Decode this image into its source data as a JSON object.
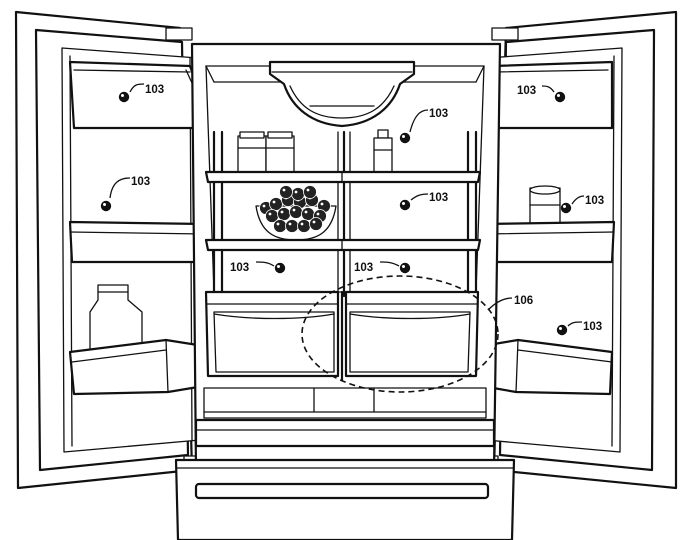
{
  "figure": {
    "callouts": [
      {
        "id": "door-bin-top-left",
        "label": "103"
      },
      {
        "id": "door-panel-left",
        "label": "103"
      },
      {
        "id": "back-wall-top",
        "label": "103"
      },
      {
        "id": "shelf-right-upper",
        "label": "103"
      },
      {
        "id": "shelf-left-lower",
        "label": "103"
      },
      {
        "id": "shelf-right-lower",
        "label": "103"
      },
      {
        "id": "door-bin-top-right",
        "label": "103"
      },
      {
        "id": "right-door-can",
        "label": "103"
      },
      {
        "id": "right-door-lower",
        "label": "103"
      },
      {
        "id": "crisper-region",
        "label": "106"
      }
    ]
  }
}
